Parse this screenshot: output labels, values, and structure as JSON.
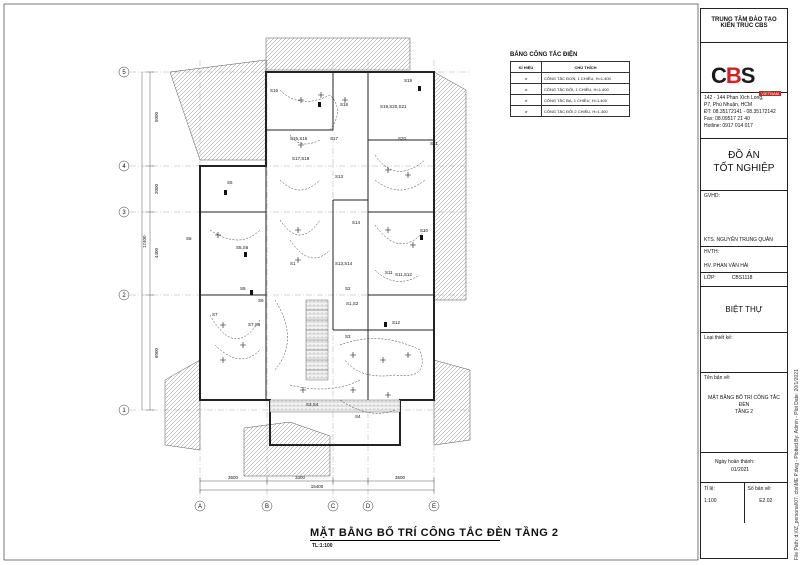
{
  "title_block": {
    "org_line1": "TRUNG TÂM ĐÀO TẠO",
    "org_line2": "KIẾN TRÚC CBS",
    "logo_text_c": "C",
    "logo_text_3": "B",
    "logo_text_s": "S",
    "logo_sub": "VIETNAM",
    "address_1": "142 - 144 Phan Xích Long,",
    "address_2": "P7, Phú Nhuận, HCM",
    "phone_1": "ĐT: 08.35172141 - 08.35172142",
    "fax": "Fax: 08.09517 21 40",
    "hotline": "Hotline: 0917 014 017",
    "project_1": "ĐỒ ÁN",
    "project_2": "TỐT NGHIỆP",
    "gvhd_label": "GVHD:",
    "gvhd_name": "KTS. NGUYỄN TRUNG QUÂN",
    "hvth_label": "HVTH:",
    "hvth_name": "HV. PHAN VĂN HẢI",
    "lop_label": "LỚP:",
    "lop_value": "CBS1118",
    "building": "BIỆT THỰ",
    "loai_label": "Loại thiết kế:",
    "ten_label": "Tên bản vẽ:",
    "ten_value_1": "MẶT BẰNG BỐ TRÍ CÔNG TẮC ĐÈN",
    "ten_value_2": "TẦNG 2",
    "ngay_label": "Ngày hoàn thành:",
    "ngay_value": "01/2021",
    "tile_label": "Tỉ lệ:",
    "tile_value": "1:100",
    "sobv_label": "Số bản vẽ:",
    "sobv_value": "E2.02"
  },
  "side_text": "File Path: d:\\0Z_personal\\07. cbs\\ME P.dwg - Plotted By: Admin - Plot Date: 20/1/2021",
  "legend": {
    "title": "BẢNG CÔNG TẮC ĐIỆN",
    "col_1": "KÍ HIỆU",
    "col_2": "CHÚ THÍCH",
    "rows": [
      {
        "symbol": "ơ",
        "text": "CÔNG TẮC ĐƠN, 1 CHIỀU, H=1.400"
      },
      {
        "symbol": "ơ",
        "text": "CÔNG TẮC ĐÔI, 1 CHIỀU, H=1.400"
      },
      {
        "symbol": "ơ",
        "text": "CÔNG TẮC BA, 1 CHIỀU, H=1.400"
      },
      {
        "symbol": "ơ",
        "text": "CÔNG TẮC ĐÔI 2 CHIỀU, H=1.400"
      }
    ]
  },
  "drawing": {
    "title": "MẶT BẰNG BỐ TRÍ CÔNG TẮC ĐÈN TẦNG 2",
    "scale": "TL:1:100",
    "grid_rows": [
      "5",
      "4",
      "3",
      "2",
      "1"
    ],
    "grid_cols": [
      "A",
      "B",
      "C",
      "D",
      "E"
    ],
    "dims_left": [
      "5000",
      "2000",
      "4400",
      "6000"
    ],
    "dim_left_total": "17400",
    "dims_bottom": [
      "3600",
      "3300",
      "3600"
    ],
    "dim_bottom_total": "15400",
    "switch_labels": [
      "S19",
      "S16",
      "S18",
      "S19,S20,S21",
      "S15,S16",
      "S17",
      "S20",
      "S21",
      "S17,S18",
      "S13",
      "S14",
      "S13,S14",
      "S10",
      "S11",
      "S6",
      "S5",
      "S5,S6",
      "S7",
      "S7,S8",
      "S8",
      "S9",
      "S11,S12",
      "S12",
      "S1",
      "S2",
      "S3",
      "S4",
      "S3,S4",
      "S1,S2"
    ]
  }
}
